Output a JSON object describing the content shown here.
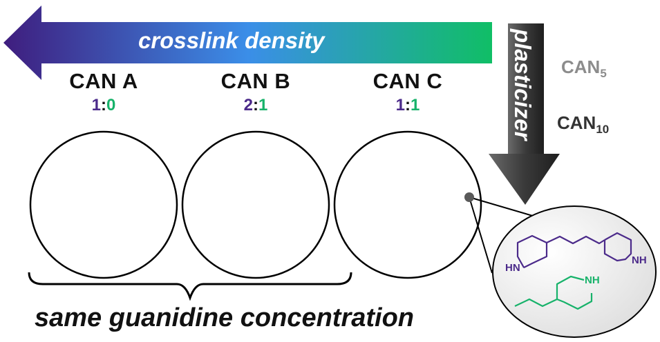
{
  "top_arrow": {
    "label": "crosslink density",
    "gradient_colors": [
      "#3f1d7e",
      "#3b8ee8",
      "#10be66"
    ]
  },
  "side_arrow": {
    "label": "plasticizer",
    "color": "#4a4a4a"
  },
  "networks": [
    {
      "title": "CAN A",
      "ratio_left": "1",
      "ratio_sep": ":",
      "ratio_right": "0"
    },
    {
      "title": "CAN B",
      "ratio_left": "2",
      "ratio_sep": ":",
      "ratio_right": "1"
    },
    {
      "title": "CAN C",
      "ratio_left": "1",
      "ratio_sep": ":",
      "ratio_right": "1"
    }
  ],
  "plasticizer_levels": [
    {
      "base": "CAN",
      "sub": "5"
    },
    {
      "base": "CAN",
      "sub": "10"
    }
  ],
  "bottom_label": "same guanidine concentration",
  "callout": {
    "crosslinker_labels": [
      "HN",
      "NH"
    ],
    "monofunctional_label": "NH"
  },
  "colors": {
    "crosslinker": "#4b2a8a",
    "monofunctional": "#17b26a",
    "node": "#3d8ee6",
    "chain": "#000000"
  }
}
